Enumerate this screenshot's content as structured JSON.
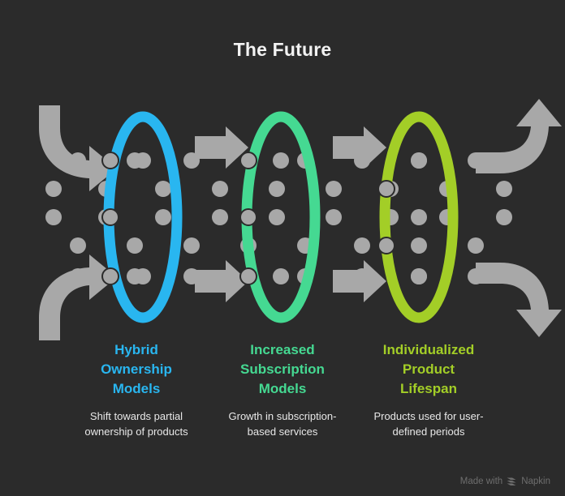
{
  "title": "The Future",
  "colors": {
    "background": "#2b2b2b",
    "title": "#f2f2f2",
    "arrow": "#a8a8a8",
    "dot": "#a8a8a8",
    "dot_outline": "#2b2b2b",
    "stage1": "#29b6f0",
    "stage2": "#45d992",
    "stage3": "#a3ce27",
    "description": "#e8e8e8",
    "watermark": "#6e6e6e"
  },
  "stages": [
    {
      "id": "hybrid-ownership-models",
      "heading": "Hybrid\nOwnership\nModels",
      "heading_lines": [
        "Hybrid",
        "Ownership",
        "Models"
      ],
      "description": "Shift towards partial ownership of products",
      "color": "#29b6f0"
    },
    {
      "id": "increased-subscription-models",
      "heading": "Increased\nSubscription\nModels",
      "heading_lines": [
        "Increased",
        "Subscription",
        "Models"
      ],
      "description": "Growth in subscription-based services",
      "color": "#45d992"
    },
    {
      "id": "individualized-product-lifespan",
      "heading": "Individualized\nProduct\nLifespan",
      "heading_lines": [
        "Individualized",
        "Product",
        "Lifespan"
      ],
      "description": "Products used for user-defined periods",
      "color": "#a3ce27"
    }
  ],
  "arrows": [
    {
      "name": "arrow-curved-in-top-left",
      "shape": "curve-down-right"
    },
    {
      "name": "arrow-curved-in-bottom-left",
      "shape": "curve-up-right"
    },
    {
      "name": "arrow-straight-stage1-to-stage2-top",
      "shape": "straight-right"
    },
    {
      "name": "arrow-straight-stage1-to-stage2-bottom",
      "shape": "straight-right"
    },
    {
      "name": "arrow-straight-stage2-to-stage3-top",
      "shape": "straight-right"
    },
    {
      "name": "arrow-straight-stage2-to-stage3-bottom",
      "shape": "straight-right"
    },
    {
      "name": "arrow-curved-out-top-right",
      "shape": "curve-up"
    },
    {
      "name": "arrow-curved-out-bottom-right",
      "shape": "curve-down"
    }
  ],
  "watermark": {
    "prefix": "Made with",
    "brand": "Napkin",
    "logo": "napkin-chevrons-icon"
  }
}
